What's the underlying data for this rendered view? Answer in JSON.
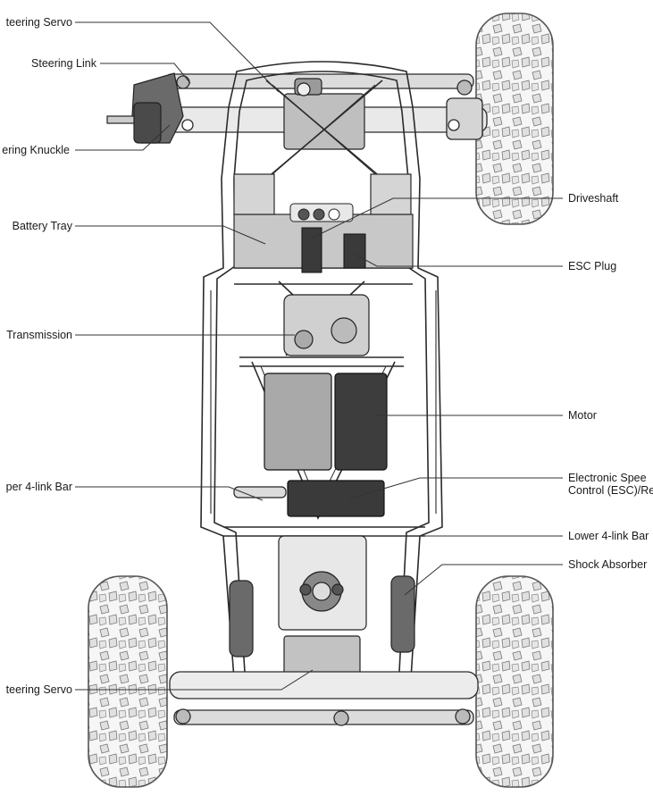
{
  "labels": {
    "front_steering_servo": "teering Servo",
    "steering_link": "Steering Link",
    "steering_knuckle": "ering Knuckle",
    "battery_tray": "Battery Tray",
    "transmission": "Transmission",
    "upper_4link_bar": "per 4-link Bar",
    "rear_steering_servo": "teering Servo",
    "driveshaft": "Driveshaft",
    "esc_plug": "ESC Plug",
    "motor": "Motor",
    "esc_line1": "Electronic Spee",
    "esc_line2": "Control (ESC)/Re",
    "lower_4link_bar": "Lower 4-link Bar",
    "shock_absorber": "Shock Absorber"
  },
  "colors": {
    "line": "#333333",
    "frame": "#2a2a2a",
    "part_fill": "#bfbfbf",
    "dark_fill": "#4a4a4a",
    "tire_fill": "#f4f4f4"
  }
}
